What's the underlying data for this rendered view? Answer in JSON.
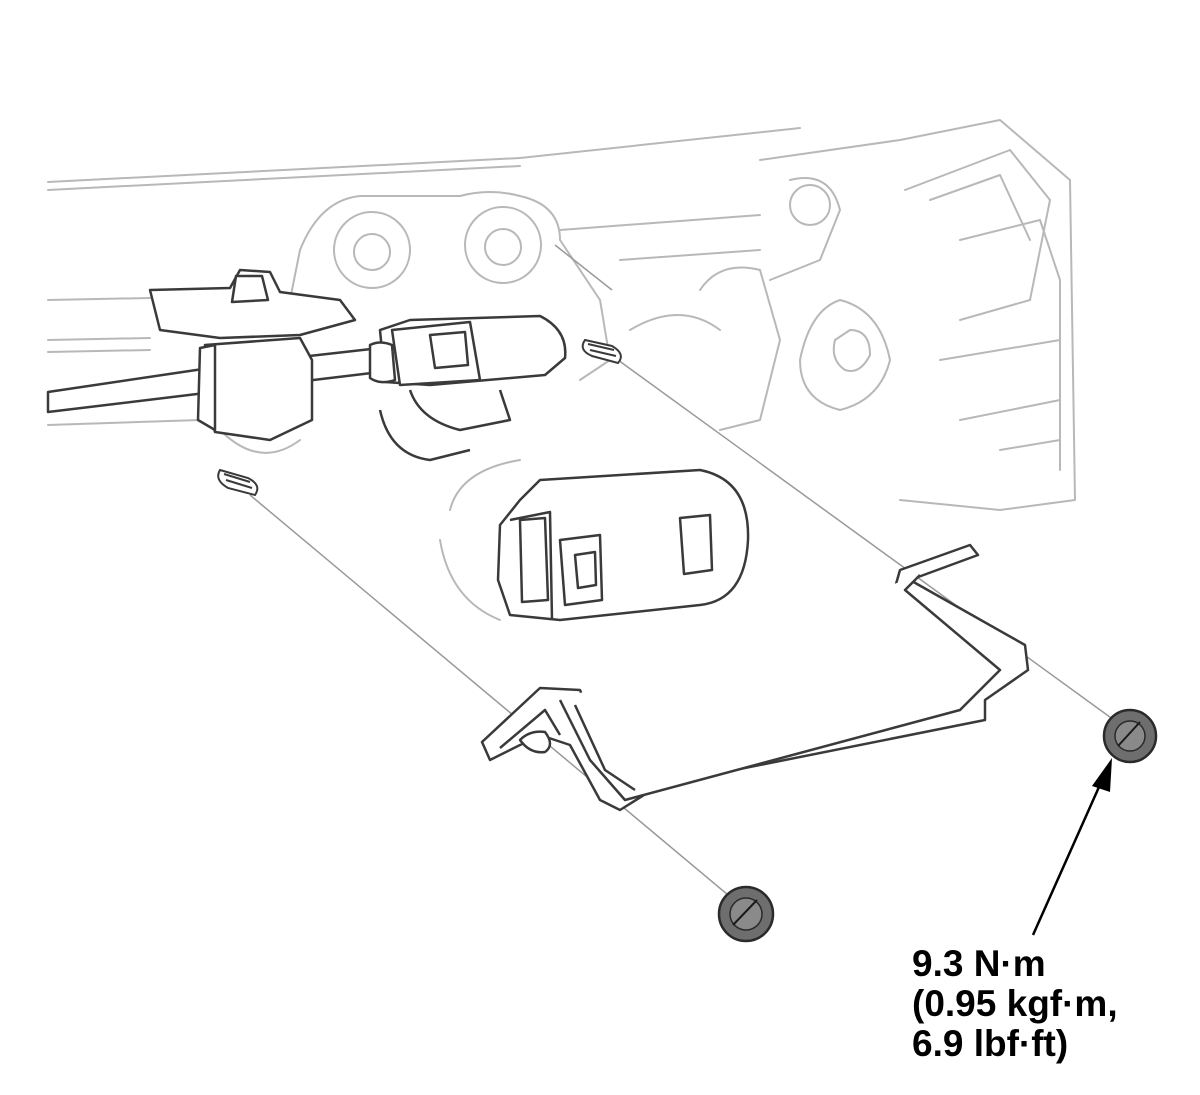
{
  "torque_spec": {
    "line1": "9.3 N·m",
    "line2": "(0.95 kgf·m,",
    "line3": "6.9 lbf·ft)"
  },
  "colors": {
    "background": "#ffffff",
    "faint_outline": "#b8b8b8",
    "part_outline": "#3a3a3a",
    "nut_fill": "#6e6e6e",
    "annotation": "#000000"
  }
}
